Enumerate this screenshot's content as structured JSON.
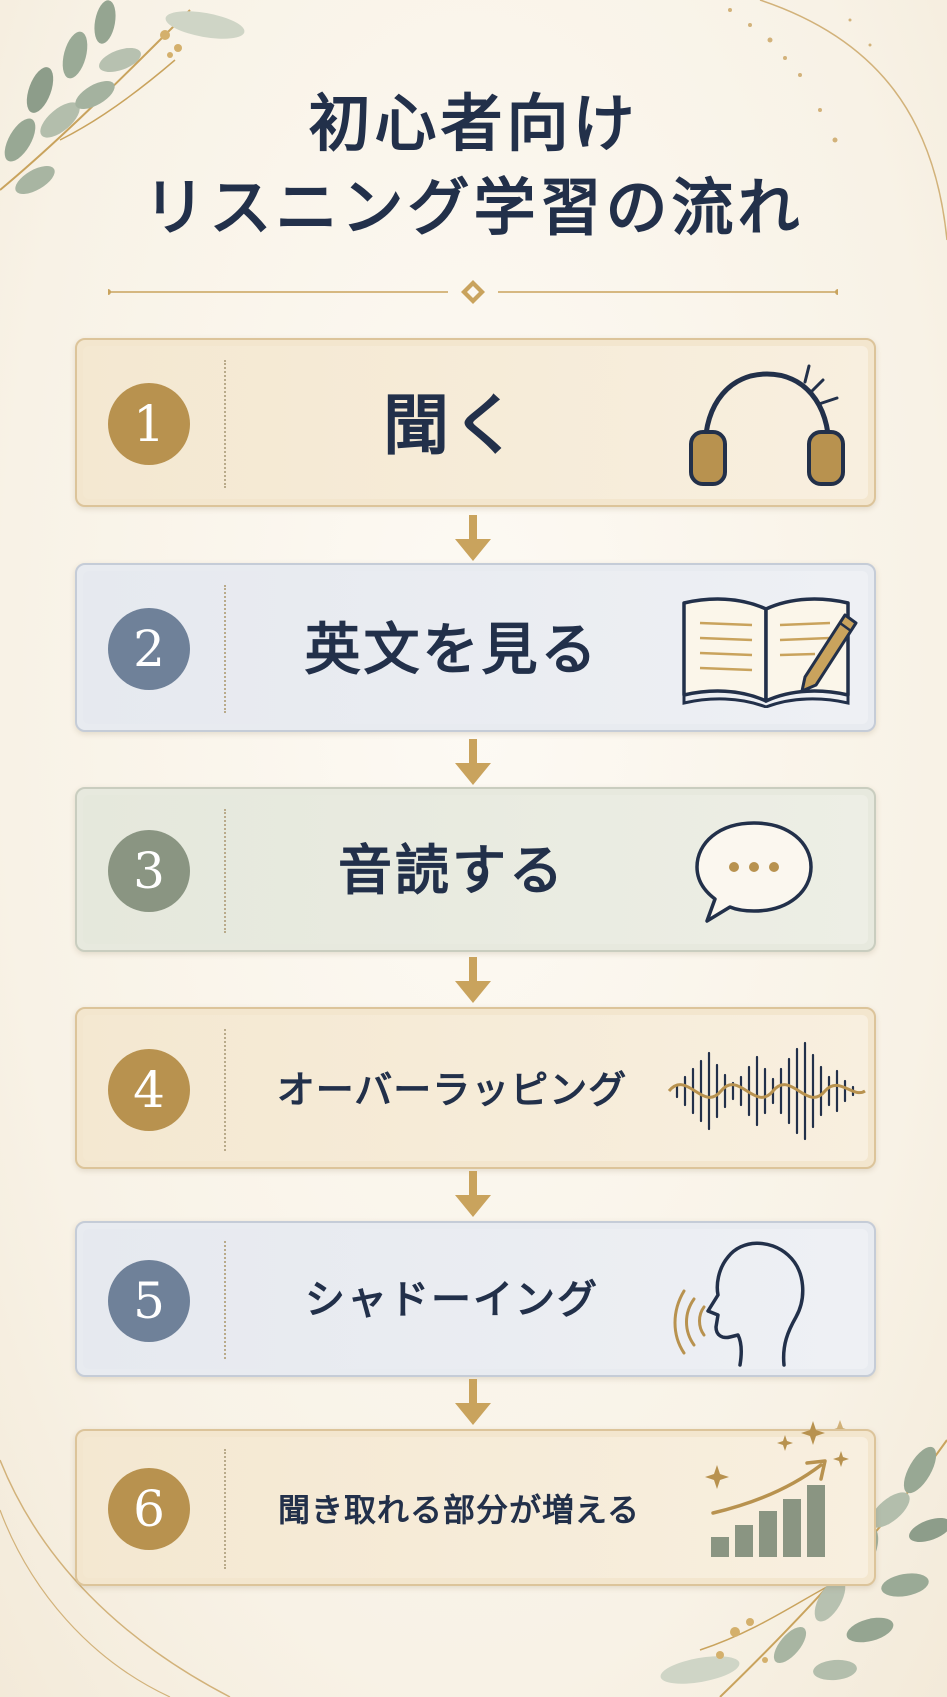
{
  "title": {
    "line1": "初心者向け",
    "line2": "リスニング学習の流れ"
  },
  "colors": {
    "gold": "#b8924f",
    "slate": "#6f8199",
    "sage": "#8a9582",
    "navy": "#22304a",
    "card_cream": "#f6ecd9",
    "card_blue": "#e9ecf1",
    "card_green": "#e8eadf"
  },
  "steps": [
    {
      "number": "1",
      "label": "聞く",
      "icon": "headphones-icon"
    },
    {
      "number": "2",
      "label": "英文を見る",
      "icon": "open-book-pencil-icon"
    },
    {
      "number": "3",
      "label": "音読する",
      "icon": "speech-bubble-icon"
    },
    {
      "number": "4",
      "label": "オーバーラッピング",
      "icon": "sound-wave-icon"
    },
    {
      "number": "5",
      "label": "シャドーイング",
      "icon": "speaking-head-icon"
    },
    {
      "number": "6",
      "label": "聞き取れる部分が増える",
      "icon": "growth-chart-icon"
    }
  ]
}
